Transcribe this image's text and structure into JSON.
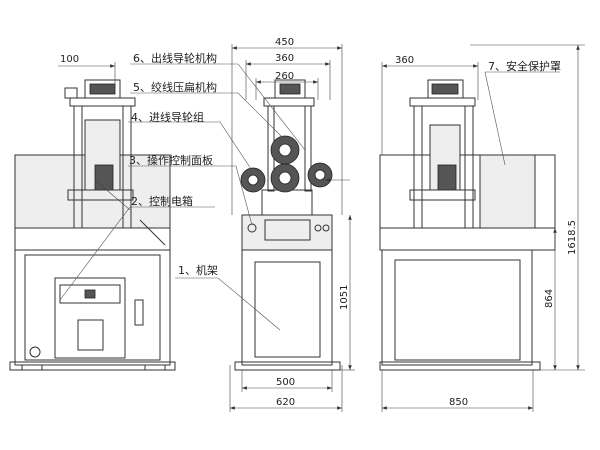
{
  "labels": {
    "l6": "6、出线导轮机构",
    "l5": "5、绞线压扁机构",
    "l4": "4、进线导轮组",
    "l3": "3、操作控制面板",
    "l2": "2、控制电箱",
    "l1": "1、机架",
    "l7": "7、安全保护罩"
  },
  "dimensions": {
    "d100": "100",
    "d450": "450",
    "d360_front": "360",
    "d260": "260",
    "d360_side": "360",
    "d1618": "1618.5",
    "d864": "864",
    "d1051": "1051",
    "d500": "500",
    "d620": "620",
    "d850": "850"
  }
}
